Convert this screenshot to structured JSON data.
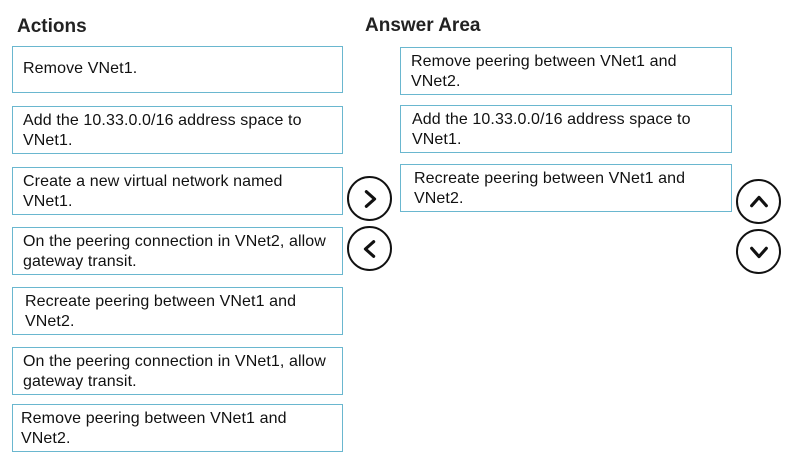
{
  "actions": {
    "title": "Actions",
    "items": [
      "Remove VNet1.",
      "Add the 10.33.0.0/16 address space to VNet1.",
      "Create a new virtual network named VNet1.",
      "On the peering connection in VNet2, allow gateway transit.",
      "Recreate peering between VNet1 and VNet2.",
      "On the peering connection in VNet1, allow gateway transit.",
      "Remove peering between VNet1 and VNet2."
    ]
  },
  "answer_area": {
    "title": "Answer Area",
    "items": [
      "Remove peering between VNet1 and VNet2.",
      "Add the 10.33.0.0/16 address space to VNet1.",
      "Recreate peering between VNet1 and VNet2."
    ]
  },
  "controls": {
    "move_right_icon": "chevron-right-icon",
    "move_left_icon": "chevron-left-icon",
    "move_up_icon": "chevron-up-icon",
    "move_down_icon": "chevron-down-icon"
  },
  "colors": {
    "box_border": "#6ab7cf",
    "button_border": "#111111"
  }
}
